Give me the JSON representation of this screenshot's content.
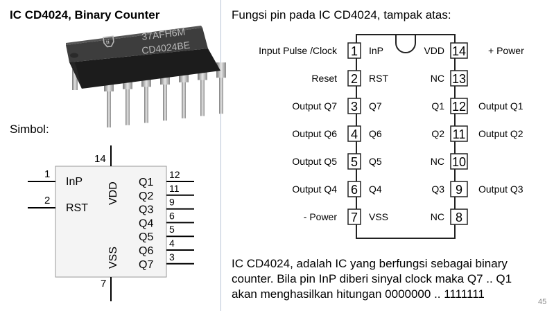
{
  "title": "IC CD4024, Binary Counter",
  "subtitle": "Fungsi pin pada IC CD4024, tampak atas:",
  "simbol_label": "Simbol:",
  "chip_markings": [
    "37AFH6M",
    "CD4024BE"
  ],
  "symbol": {
    "left_pins": [
      {
        "num": "1",
        "name": "InP"
      },
      {
        "num": "2",
        "name": "RST"
      }
    ],
    "top_pin": {
      "num": "14",
      "name": "VDD"
    },
    "bottom_pin": {
      "num": "7",
      "name": "VSS"
    },
    "right_pins": [
      {
        "num": "12",
        "name": "Q1"
      },
      {
        "num": "11",
        "name": "Q2"
      },
      {
        "num": "9",
        "name": "Q3"
      },
      {
        "num": "6",
        "name": "Q4"
      },
      {
        "num": "5",
        "name": "Q5"
      },
      {
        "num": "4",
        "name": "Q6"
      },
      {
        "num": "3",
        "name": "Q7"
      }
    ]
  },
  "pinout": {
    "left": [
      {
        "num": "1",
        "name": "InP",
        "func": "Input Pulse /Clock"
      },
      {
        "num": "2",
        "name": "RST",
        "func": "Reset"
      },
      {
        "num": "3",
        "name": "Q7",
        "func": "Output Q7"
      },
      {
        "num": "4",
        "name": "Q6",
        "func": "Output Q6"
      },
      {
        "num": "5",
        "name": "Q5",
        "func": "Output Q5"
      },
      {
        "num": "6",
        "name": "Q4",
        "func": "Output Q4"
      },
      {
        "num": "7",
        "name": "VSS",
        "func": "- Power"
      }
    ],
    "right": [
      {
        "num": "14",
        "name": "VDD",
        "func": "+ Power"
      },
      {
        "num": "13",
        "name": "NC",
        "func": ""
      },
      {
        "num": "12",
        "name": "Q1",
        "func": "Output Q1"
      },
      {
        "num": "11",
        "name": "Q2",
        "func": "Output Q2"
      },
      {
        "num": "10",
        "name": "NC",
        "func": ""
      },
      {
        "num": "9",
        "name": "Q3",
        "func": "Output Q3"
      },
      {
        "num": "8",
        "name": "NC",
        "func": ""
      }
    ]
  },
  "paragraph": "IC CD4024, adalah IC yang berfungsi sebagai binary counter. Bila pin InP diberi sinyal clock maka Q7 .. Q1 akan menghasilkan hitungan 0000000 .. 1111111",
  "slide_number": "45"
}
